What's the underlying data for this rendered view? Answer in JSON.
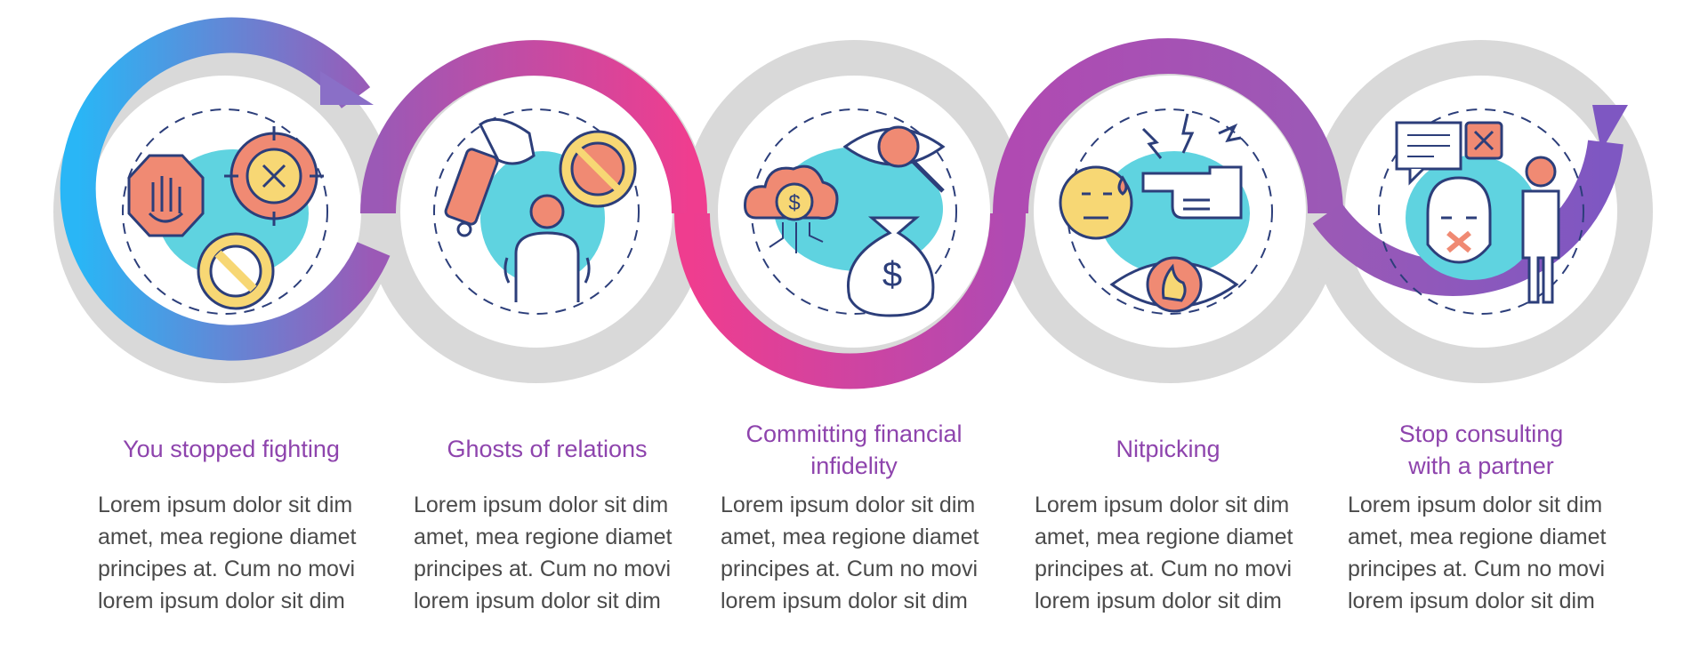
{
  "colors": {
    "ring_gray": "#d6d6d6",
    "blue": "#29b6f6",
    "purple": "#9b59b6",
    "pink": "#ef3d8f",
    "violet": "#7e57c2",
    "title_text": "#8e44ad",
    "body_text": "#4a4a4a",
    "cyan_blob": "#5fd3e0",
    "salmon": "#f08a73",
    "yellow": "#f7d774",
    "line": "#2c3e7a"
  },
  "steps": [
    {
      "title": "You stopped fighting",
      "body": "Lorem ipsum dolor sit dim\namet, mea regione diamet\nprincipes at. Cum no movi\nlorem ipsum dolor sit dim",
      "icons": [
        "stop-hand-icon",
        "crosshair-target-icon",
        "prohibited-sign-icon"
      ]
    },
    {
      "title": "Ghosts of relations",
      "body": "Lorem ipsum dolor sit dim\namet, mea regione diamet\nprincipes at. Cum no movi\nlorem ipsum dolor sit dim",
      "icons": [
        "hand-with-tag-icon",
        "no-person-sign-icon",
        "anxious-person-icon"
      ]
    },
    {
      "title": "Committing financial\ninfidelity",
      "body": "Lorem ipsum dolor sit dim\namet, mea regione diamet\nprincipes at. Cum no movi\nlorem ipsum dolor sit dim",
      "icons": [
        "dollar-cloud-icon",
        "eye-magnifier-icon",
        "money-bag-icon"
      ]
    },
    {
      "title": "Nitpicking",
      "body": "Lorem ipsum dolor sit dim\namet, mea regione diamet\nprincipes at. Cum no movi\nlorem ipsum dolor sit dim",
      "icons": [
        "sad-face-icon",
        "pointing-hand-icon",
        "lightning-icon",
        "burning-eye-icon"
      ]
    },
    {
      "title": "Stop consulting\nwith a partner",
      "body": "Lorem ipsum dolor sit dim\namet, mea regione diamet\nprincipes at. Cum no movi\nlorem ipsum dolor sit dim",
      "icons": [
        "speech-bubble-cross-icon",
        "silenced-woman-icon",
        "standing-man-icon"
      ]
    }
  ]
}
